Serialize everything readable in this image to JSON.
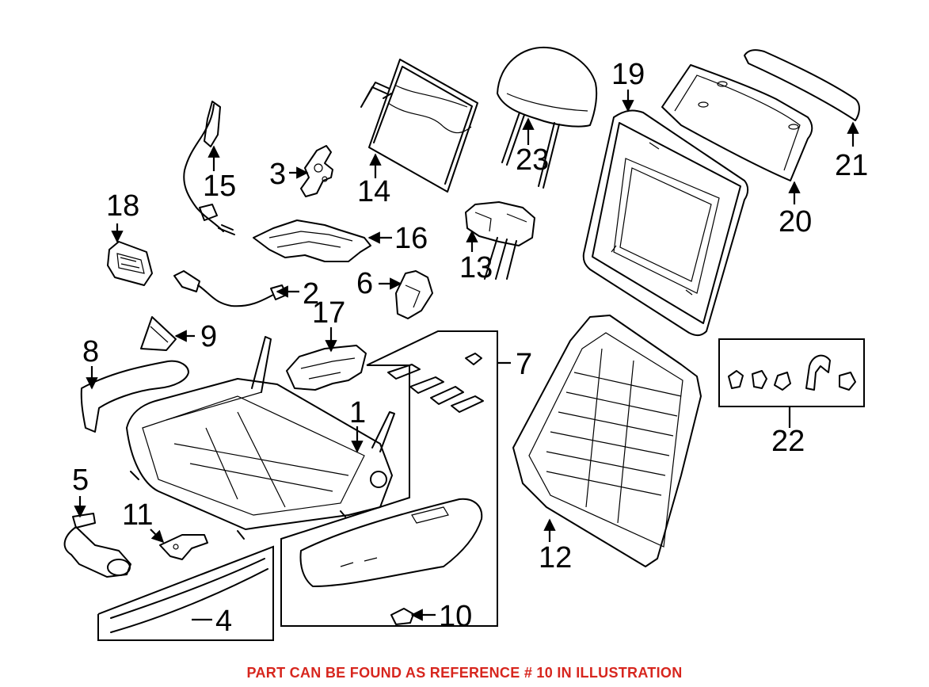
{
  "diagram": {
    "callouts": {
      "c1": "1",
      "c2": "2",
      "c3": "3",
      "c4": "4",
      "c5": "5",
      "c6": "6",
      "c7": "7",
      "c8": "8",
      "c9": "9",
      "c10": "10",
      "c11": "11",
      "c12": "12",
      "c13": "13",
      "c14": "14",
      "c15": "15",
      "c16": "16",
      "c17": "17",
      "c18": "18",
      "c19": "19",
      "c20": "20",
      "c21": "21",
      "c22": "22",
      "c23": "23"
    }
  },
  "footer": {
    "note": "PART CAN BE FOUND AS REFERENCE # 10 IN ILLUSTRATION",
    "color": "#d7261e"
  }
}
